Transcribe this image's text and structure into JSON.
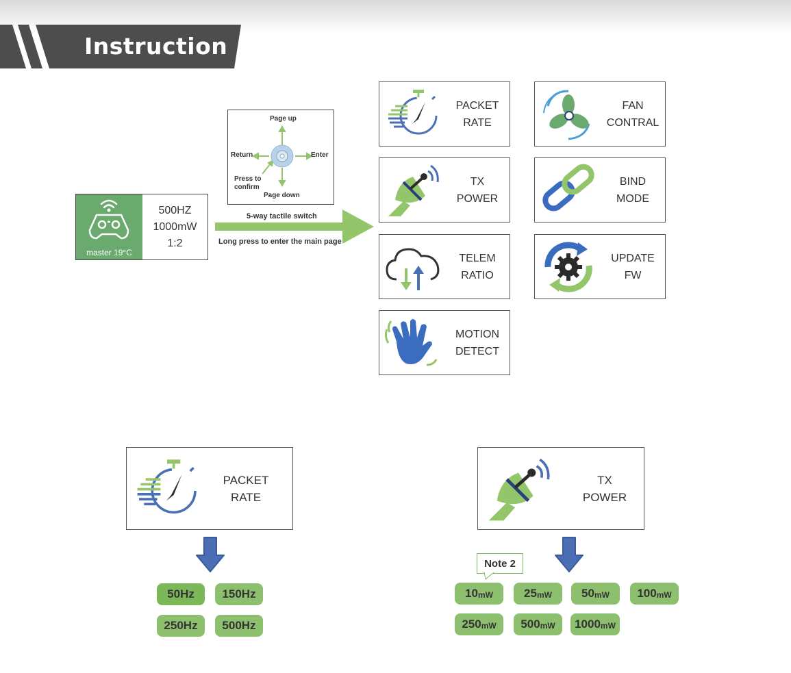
{
  "header": {
    "title": "Instruction"
  },
  "home_screen": {
    "status": "master  19°C",
    "lines": [
      "500HZ",
      "1000mW",
      "1:2"
    ]
  },
  "switch": {
    "page_up": "Page up",
    "page_down": "Page down",
    "return": "Return",
    "enter": "Enter",
    "press_line1": "Press to",
    "press_line2": "confirm",
    "caption": "5-way tactile switch",
    "long_press": "Long press to enter the main page"
  },
  "menu": [
    {
      "line1": "PACKET",
      "line2": "RATE",
      "icon": "stopwatch-icon"
    },
    {
      "line1": "TX",
      "line2": "POWER",
      "icon": "satellite-dish-icon"
    },
    {
      "line1": "TELEM",
      "line2": "RATIO",
      "icon": "cloud-transfer-icon"
    },
    {
      "line1": "MOTION",
      "line2": "DETECT",
      "icon": "hand-wave-icon"
    },
    {
      "line1": "FAN",
      "line2": "CONTRAL",
      "icon": "fan-icon"
    },
    {
      "line1": "BIND",
      "line2": "MODE",
      "icon": "chain-link-icon"
    },
    {
      "line1": "UPDATE",
      "line2": "FW",
      "icon": "gear-refresh-icon"
    }
  ],
  "packet_rate": {
    "line1": "PACKET",
    "line2": "RATE",
    "options": [
      "50Hz",
      "150Hz",
      "250Hz",
      "500Hz"
    ],
    "selected": "50Hz"
  },
  "tx_power": {
    "line1": "TX",
    "line2": "POWER",
    "note": "Note 2",
    "unit": "mW",
    "options": [
      "10",
      "25",
      "50",
      "100",
      "250",
      "500",
      "1000"
    ]
  },
  "colors": {
    "banner": "#4d4d4d",
    "accent_green": "#8dc06e",
    "arrow_blue": "#4a6fb5",
    "arrow_green": "#93c66a"
  }
}
